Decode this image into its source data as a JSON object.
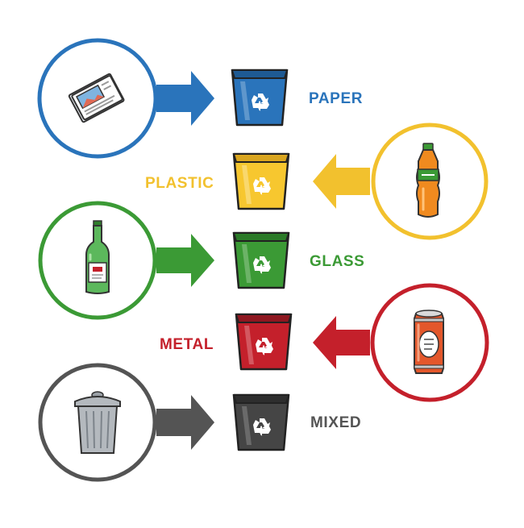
{
  "categories": [
    {
      "id": "paper",
      "label": "PAPER",
      "color": "#2a74bb",
      "item_icon": "magazine-icon"
    },
    {
      "id": "plastic",
      "label": "PLASTIC",
      "color": "#f2c12e",
      "item_icon": "plastic-bottle-icon"
    },
    {
      "id": "glass",
      "label": "GLASS",
      "color": "#3b9a35",
      "item_icon": "glass-bottle-icon"
    },
    {
      "id": "metal",
      "label": "METAL",
      "color": "#c4202b",
      "item_icon": "soda-can-icon"
    },
    {
      "id": "mixed",
      "label": "MIXED",
      "color": "#545454",
      "item_icon": "trash-can-icon"
    }
  ],
  "bin_icon": "recycle-bin-icon",
  "symbol_icon": "recycling-symbol-icon"
}
